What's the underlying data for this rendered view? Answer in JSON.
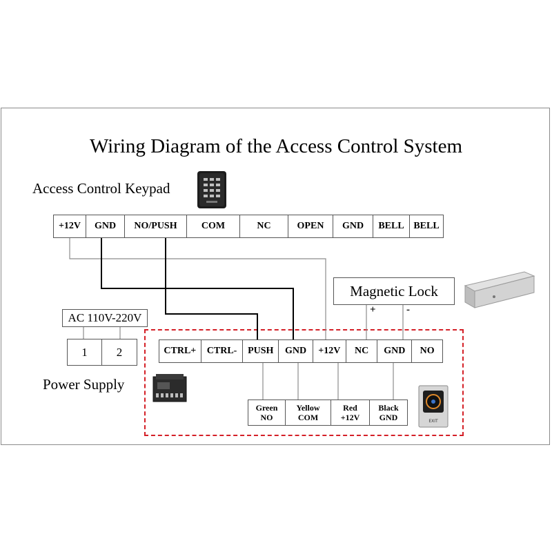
{
  "title": "Wiring Diagram of the Access Control System",
  "keypad": {
    "caption": "Access Control Keypad",
    "terminals": [
      "+12V",
      "GND",
      "NO/PUSH",
      "COM",
      "NC",
      "OPEN",
      "GND",
      "BELL",
      "BELL"
    ]
  },
  "magnetic_lock": {
    "label": "Magnetic Lock",
    "plus": "+",
    "minus": "-"
  },
  "ac_input": {
    "label": "AC 110V-220V",
    "terminals": [
      "1",
      "2"
    ]
  },
  "power_supply": {
    "caption": "Power Supply",
    "terminals": [
      "CTRL+",
      "CTRL-",
      "PUSH",
      "GND",
      "+12V",
      "NC",
      "GND",
      "NO"
    ]
  },
  "exit_button": {
    "wires": [
      {
        "color": "Green",
        "signal": "NO"
      },
      {
        "color": "Yellow",
        "signal": "COM"
      },
      {
        "color": "Red",
        "signal": "+12V"
      },
      {
        "color": "Black",
        "signal": "GND"
      }
    ],
    "device_label": "EXIT"
  },
  "colors": {
    "dashed_border": "#d41f26",
    "wire": "#000000",
    "thin_wire": "#8c8c8c"
  }
}
